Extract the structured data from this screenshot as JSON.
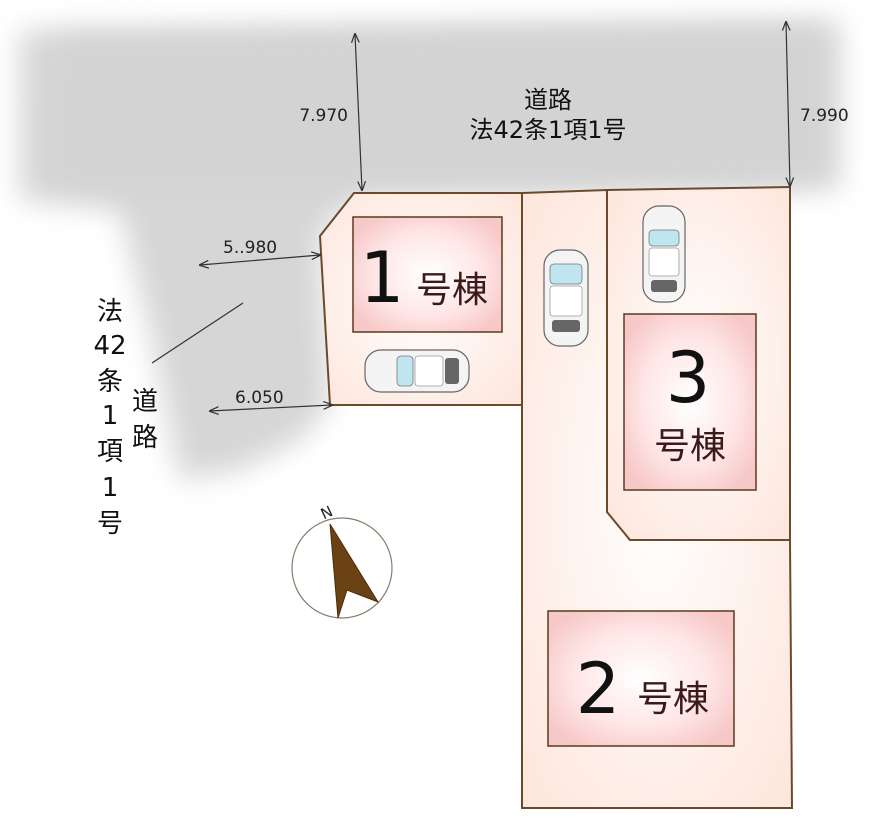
{
  "road_north": {
    "name": "道路",
    "law": "法42条1項1号",
    "width_left": "7.970",
    "width_right": "7.990"
  },
  "road_west": {
    "name_chars": [
      "道",
      "路"
    ],
    "law_chars": [
      "法",
      "42",
      "条",
      "1",
      "項",
      "1",
      "号"
    ],
    "width_top": "5..980",
    "width_bottom": "6.050"
  },
  "buildings": [
    {
      "number": "1",
      "suffix": "号棟"
    },
    {
      "number": "2",
      "suffix": "号棟"
    },
    {
      "number": "3",
      "suffix": "号棟"
    }
  ],
  "compass": {
    "label": "N"
  },
  "colors": {
    "road": "#d9d9d9",
    "lot_fill": "#fff4f0",
    "lot_border": "#6b4a2b",
    "building_fill": "#ffdede",
    "building_border": "#5a3a1a",
    "compass_arrow": "#6b4214"
  }
}
